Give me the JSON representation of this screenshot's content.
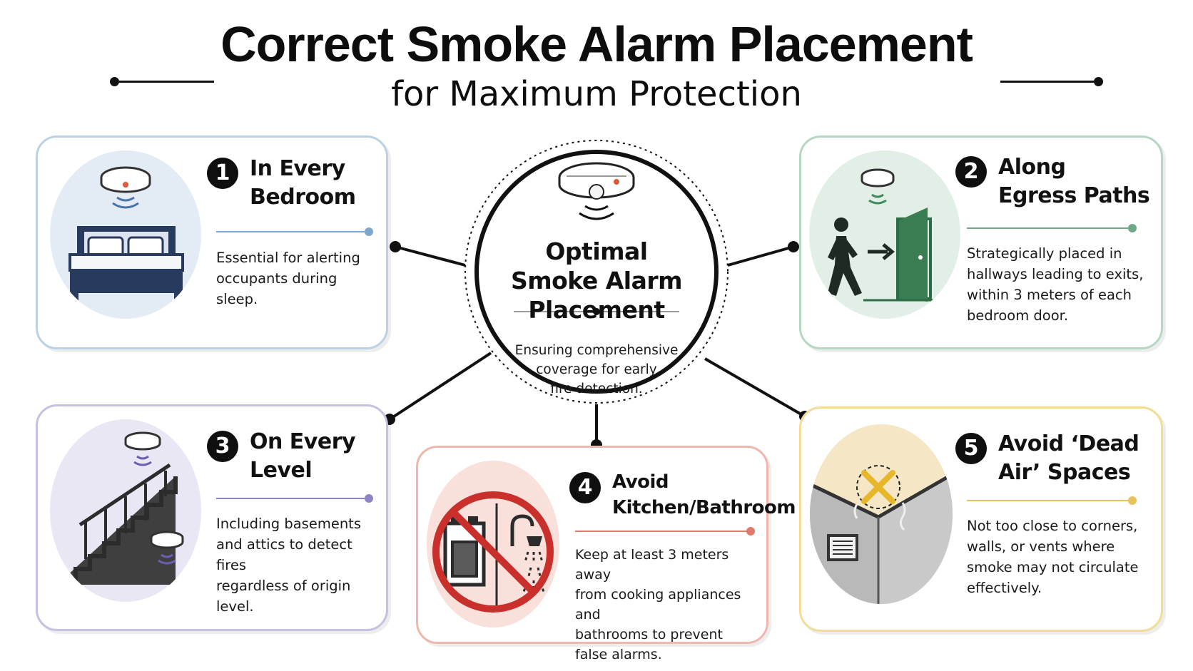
{
  "title": "Correct Smoke Alarm Placement",
  "subtitle": "for Maximum Protection",
  "hub": {
    "title": "Optimal\nSmoke Alarm\nPlacement",
    "description": "Ensuring comprehensive\ncoverage for early\nfire detection."
  },
  "cards": [
    {
      "number": "1",
      "title": "In Every\nBedroom",
      "description": "Essential for alerting\noccupants during sleep.",
      "accent": "#7fa7cc",
      "art_bg": "#e3ecf5",
      "icon": "bed-icon"
    },
    {
      "number": "2",
      "title": "Along\nEgress Paths",
      "description": "Strategically placed in\nhallways leading to exits,\nwithin 3 meters of each\nbedroom door.",
      "accent": "#6fa889",
      "art_bg": "#e2efe6",
      "icon": "exit-door-icon"
    },
    {
      "number": "3",
      "title": "On Every\nLevel",
      "description": "Including basements\nand attics to detect fires\nregardless of origin level.",
      "accent": "#8e84c4",
      "art_bg": "#e9e7f3",
      "icon": "staircase-icon"
    },
    {
      "number": "4",
      "title": "Avoid\nKitchen/Bathroom",
      "description": "Keep at least 3 meters away\nfrom cooking appliances and\nbathrooms to prevent\nfalse alarms.",
      "accent": "#e07a6c",
      "art_bg": "#f9e0da",
      "icon": "no-stove-shower-icon"
    },
    {
      "number": "5",
      "title": "Avoid ‘Dead\nAir’ Spaces",
      "description": "Not too close to corners,\nwalls, or vents where\nsmoke may not circulate\neffectively.",
      "accent": "#e6c25e",
      "art_bg": "#f5ecd6",
      "icon": "ceiling-corner-icon"
    }
  ]
}
